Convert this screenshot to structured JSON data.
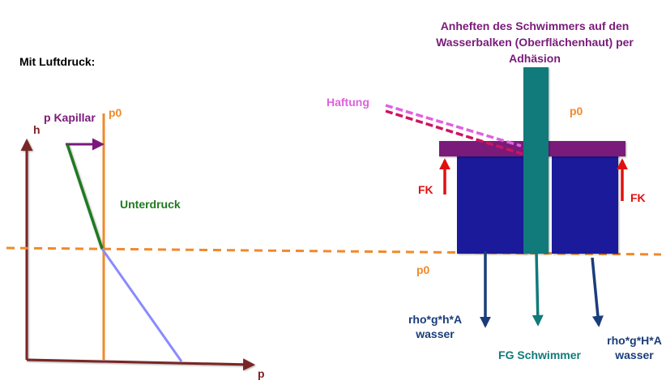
{
  "labels": {
    "mit_luftdruck": "Mit Luftdruck:",
    "h_axis": "h",
    "p_axis": "p",
    "p_kapillar": "p Kapillar",
    "p0_left": "p0",
    "unterdruck": "Unterdruck",
    "haftung": "Haftung",
    "title_line1": "Anheften des Schwimmers auf den",
    "title_line2": "Wasserbalken (Oberflächenhaut) per",
    "title_line3": "Adhäsion",
    "p0_right_top": "p0",
    "p0_waterline": "p0",
    "fk_left": "FK",
    "fk_right": "FK",
    "rho_left_line1": "rho*g*h*A",
    "rho_left_line2": "wasser",
    "fg_schwimmer": "FG Schwimmer",
    "rho_right_line1": "rho*g*H*A",
    "rho_right_line2": "wasser"
  },
  "colors": {
    "axis": "#7a2525",
    "orange": "#f08a2a",
    "purple": "#7a1a7a",
    "green": "#1f7a1f",
    "light_blue": "#8a8aff",
    "red": "#e01010",
    "navy": "#1a1a9a",
    "dark_blue": "#1a3d7a",
    "teal": "#117a7a",
    "pink": "#e060e0",
    "crimson": "#cc1560"
  }
}
